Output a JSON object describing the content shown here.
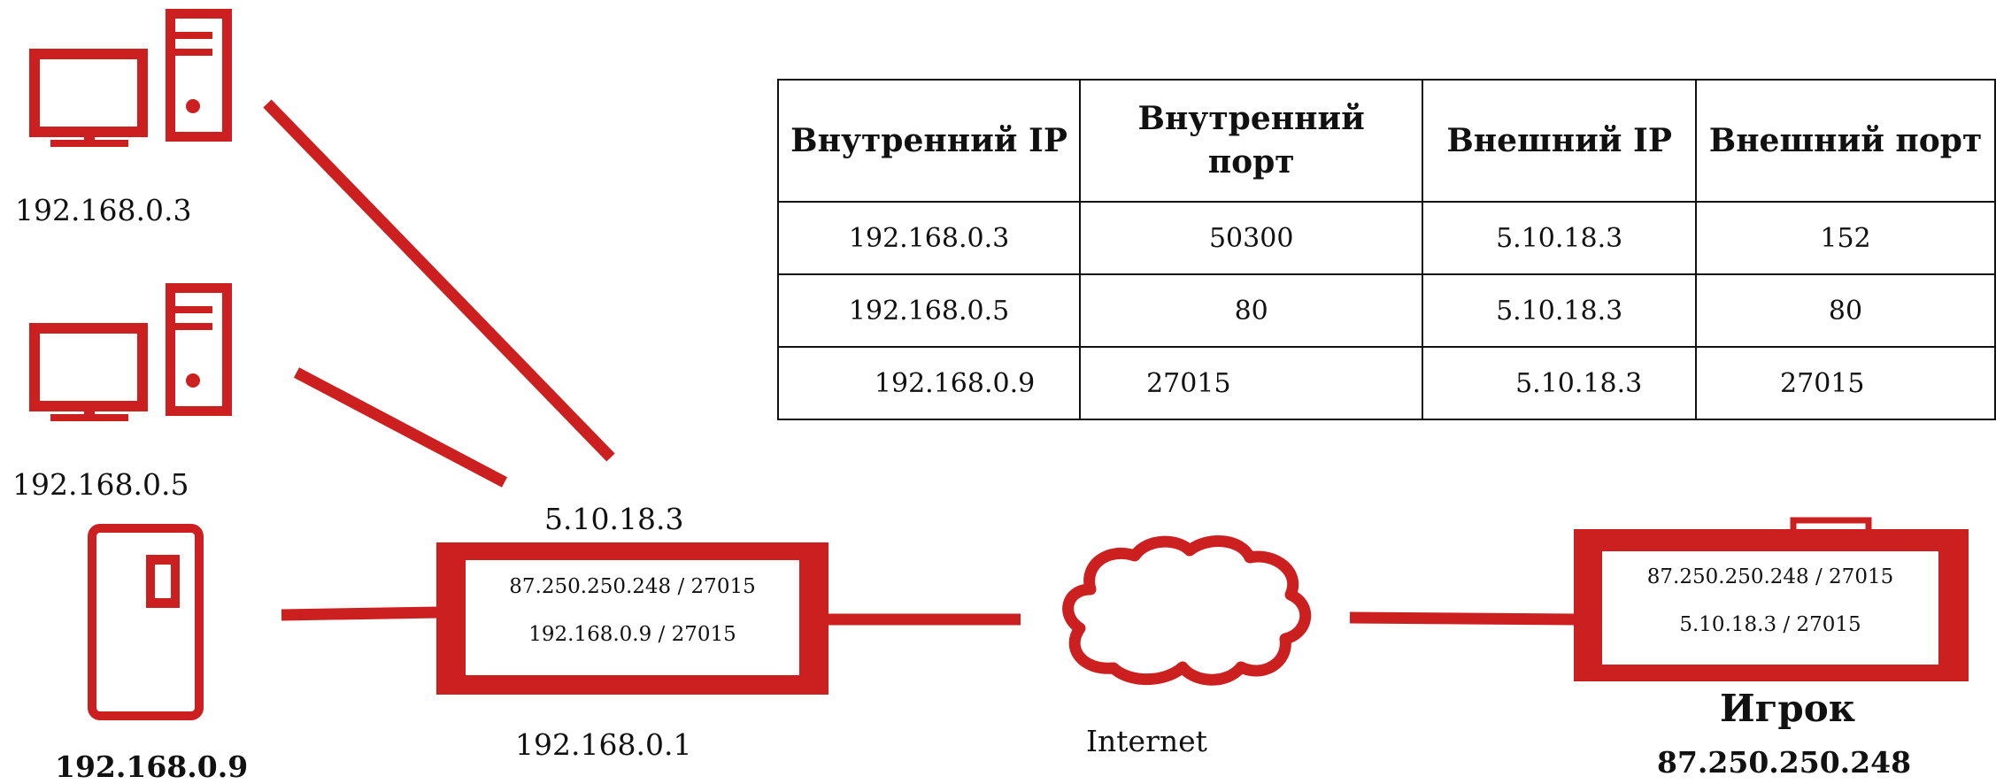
{
  "colors": {
    "accent": "#cc2020",
    "text": "#111111",
    "background": "#ffffff"
  },
  "hosts": [
    {
      "icon": "desktop-computer-icon",
      "ip": "192.168.0.3"
    },
    {
      "icon": "desktop-computer-icon",
      "ip": "192.168.0.5"
    },
    {
      "icon": "mobile-phone-icon",
      "ip": "192.168.0.9"
    }
  ],
  "router": {
    "external_ip": "5.10.18.3",
    "internal_ip": "192.168.0.1",
    "entries": [
      "87.250.250.248 / 27015",
      "192.168.0.9 / 27015"
    ]
  },
  "internet": {
    "icon": "cloud-icon",
    "label": "Internet"
  },
  "player": {
    "title": "Игрок",
    "ip": "87.250.250.248",
    "entries": [
      "87.250.250.248 / 27015",
      "5.10.18.3 / 27015"
    ]
  },
  "nat_table": {
    "headers": [
      "Внутренний IP",
      "Внутренний порт",
      "Внешний IP",
      "Внешний порт"
    ],
    "rows": [
      [
        "192.168.0.3",
        "50300",
        "5.10.18.3",
        "152"
      ],
      [
        "192.168.0.5",
        "80",
        "5.10.18.3",
        "80"
      ],
      [
        "192.168.0.9",
        "27015",
        "5.10.18.3",
        "27015"
      ]
    ]
  }
}
